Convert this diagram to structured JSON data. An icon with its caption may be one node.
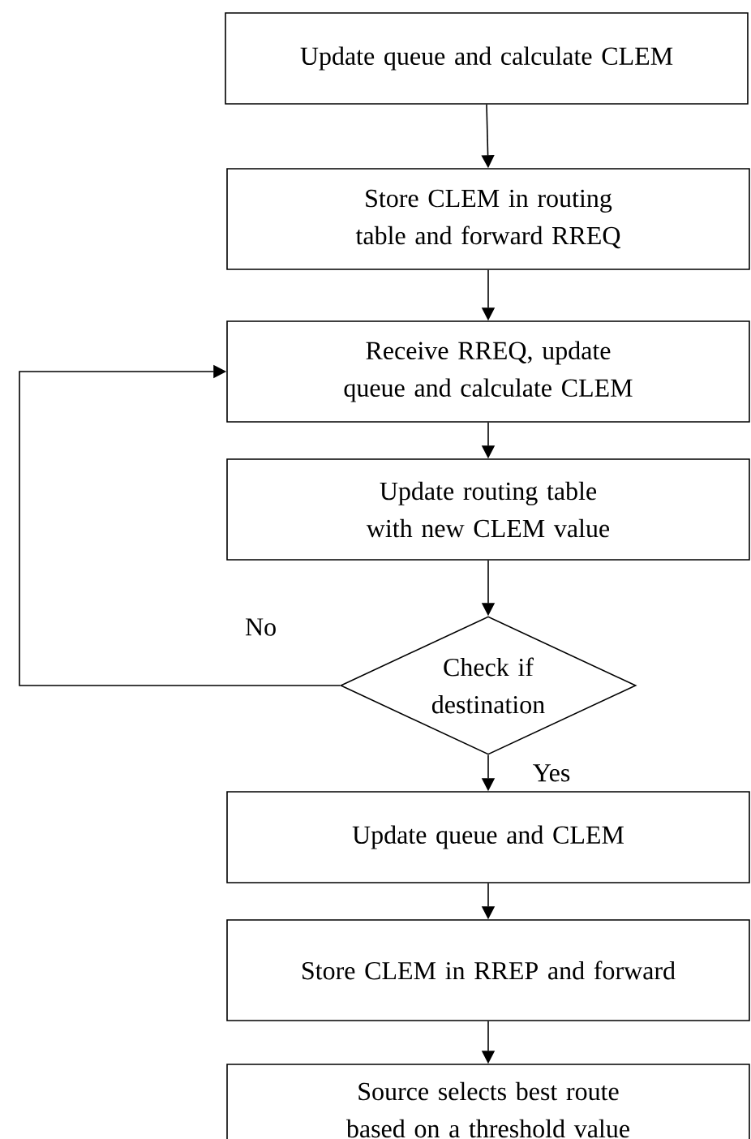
{
  "diagram": {
    "nodes": [
      {
        "text": [
          "Update queue and calculate CLEM"
        ]
      },
      {
        "text": [
          "Store CLEM in routing table and forward RREQ"
        ]
      },
      {
        "text": [
          "Receive RREQ, update queue and calculate CLEM"
        ]
      },
      {
        "text": [
          "Update routing table with new CLEM value"
        ]
      },
      {
        "text": [
          "Check if destination"
        ]
      },
      {
        "text": [
          "Update queue and CLEM"
        ]
      },
      {
        "text": [
          "Store CLEM in RREP and forward"
        ]
      },
      {
        "text": [
          "Source selects best route based on a threshold value"
        ]
      }
    ],
    "edges": [
      {
        "from": 0,
        "to": 1,
        "arrow": "to"
      },
      {
        "from": 1,
        "to": 2,
        "arrow": "to"
      },
      {
        "from": 2,
        "to": 3,
        "arrow": "to"
      },
      {
        "from": 3,
        "to": 4,
        "arrow": "to"
      },
      {
        "from": 4,
        "to": 5,
        "arrow": "to",
        "label": "Yes"
      },
      {
        "from": 5,
        "to": 6,
        "arrow": "to"
      },
      {
        "from": 6,
        "to": 7,
        "arrow": "to"
      },
      {
        "from": 4,
        "to": 2,
        "arrow": "to",
        "label": "No"
      }
    ]
  }
}
